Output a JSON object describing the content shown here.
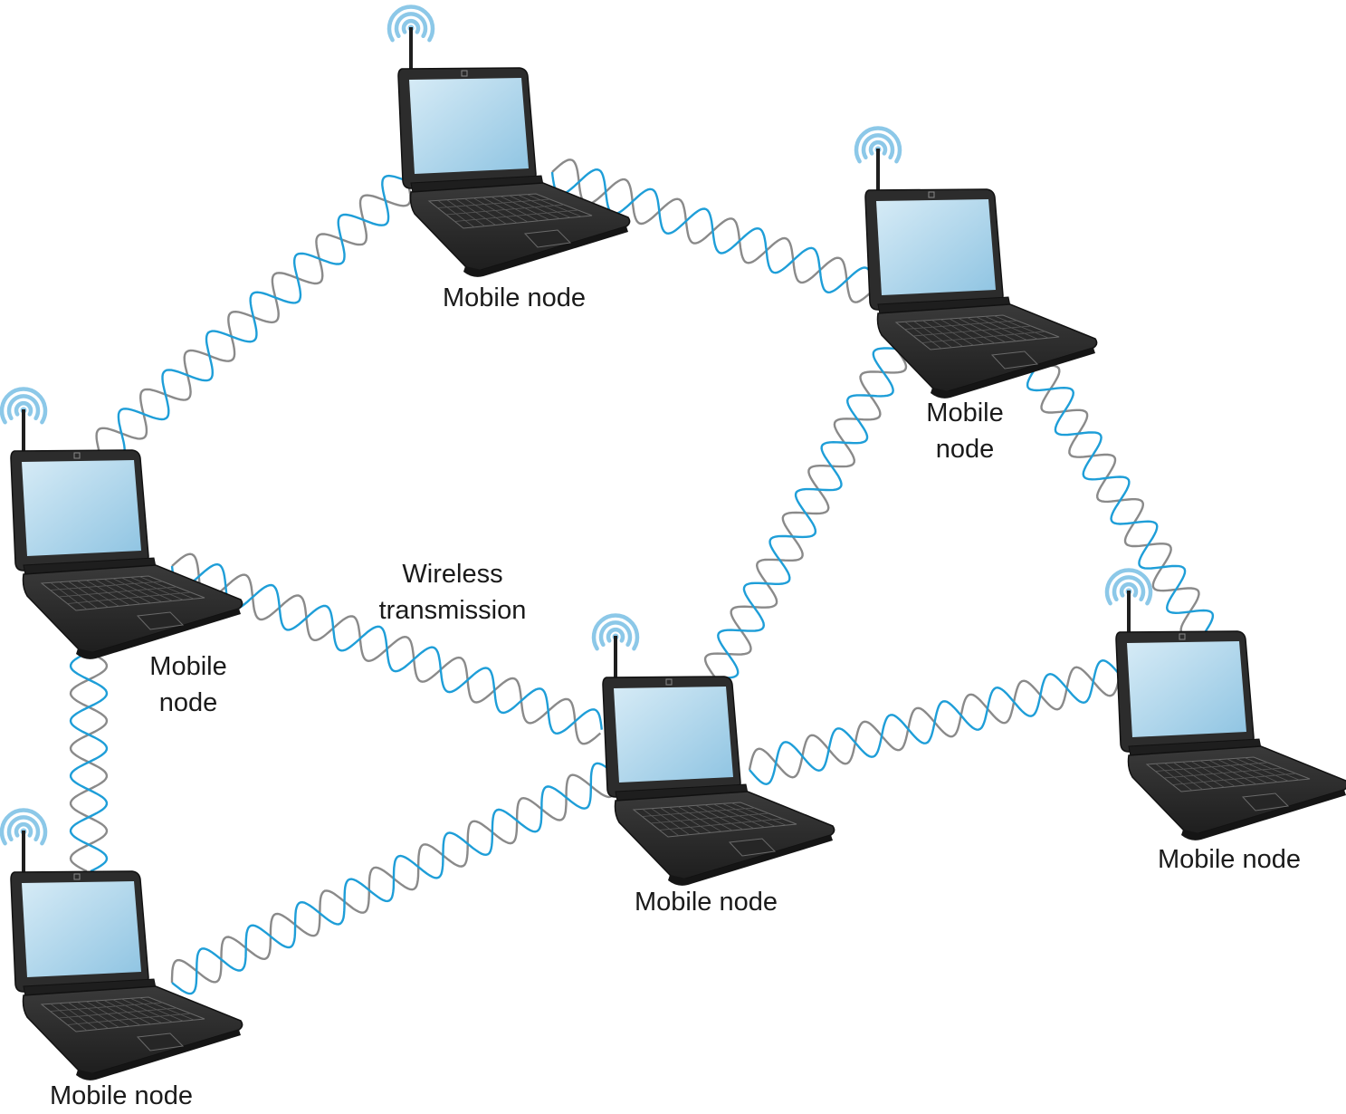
{
  "diagram": {
    "description": "Wireless ad hoc network of mobile nodes",
    "colors": {
      "wave_primary": "#1e9ed8",
      "wave_secondary": "#8a8a8a",
      "signal": "#8cc8e8",
      "laptop_body": "#2c2c2c",
      "laptop_screen": "#a8d4ec"
    },
    "nodes": [
      {
        "id": "n1",
        "label": "Mobile node"
      },
      {
        "id": "n2",
        "label": "Mobile\nnode"
      },
      {
        "id": "n3",
        "label": "Mobile\nnode"
      },
      {
        "id": "n4",
        "label": "Mobile node"
      },
      {
        "id": "n5",
        "label": "Mobile node"
      },
      {
        "id": "n6",
        "label": "Mobile node"
      }
    ],
    "links": [
      {
        "from": "n3",
        "to": "n1"
      },
      {
        "from": "n1",
        "to": "n2"
      },
      {
        "from": "n2",
        "to": "n5"
      },
      {
        "from": "n2",
        "to": "n6"
      },
      {
        "from": "n3",
        "to": "n5"
      },
      {
        "from": "n3",
        "to": "n4"
      },
      {
        "from": "n4",
        "to": "n5"
      },
      {
        "from": "n5",
        "to": "n6"
      }
    ],
    "annotation": "Wireless\ntransmission"
  }
}
